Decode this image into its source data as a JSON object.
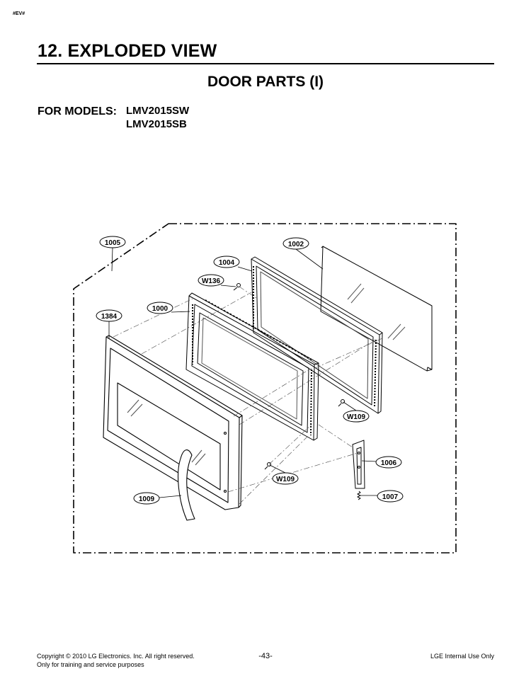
{
  "page_tag": "#EV#",
  "section_title": "12. EXPLODED VIEW",
  "subtitle": "DOOR PARTS (I)",
  "models_label": "FOR MODELS:",
  "models": [
    "LMV2015SW",
    "LMV2015SB"
  ],
  "callouts": {
    "c1005": "1005",
    "c1002": "1002",
    "c1004": "1004",
    "cW136": "W136",
    "c1000": "1000",
    "c1384": "1384",
    "cW109a": "W109",
    "c1006": "1006",
    "cW109b": "W109",
    "c1007": "1007",
    "c1009": "1009"
  },
  "footer": {
    "copyright": "Copyright © 2010 LG Electronics. Inc. All right reserved.",
    "training": "Only for training and service purposes",
    "page_number": "-43-",
    "internal": "LGE Internal Use Only"
  }
}
